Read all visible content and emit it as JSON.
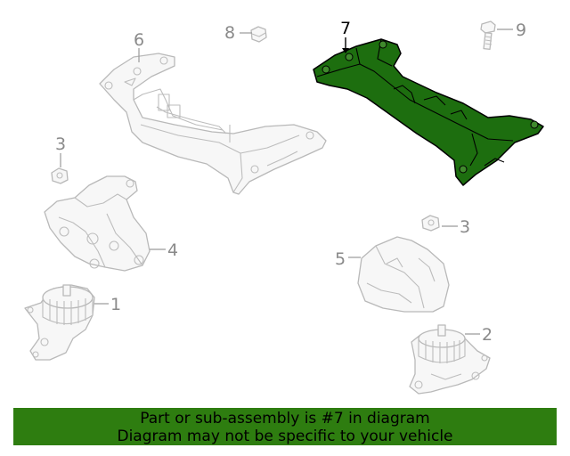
{
  "callouts": {
    "c1": "1",
    "c2": "2",
    "c3a": "3",
    "c3b": "3",
    "c4": "4",
    "c5": "5",
    "c6": "6",
    "c7": "7",
    "c8": "8",
    "c9": "9"
  },
  "highlight_callout": "7",
  "colors": {
    "highlight_part": "#1d6e0f",
    "banner_background": "#2e7d10",
    "line_art": "#b9b9b9"
  },
  "banner": {
    "line1": "Part or sub-assembly is #7 in diagram",
    "line2": "Diagram may not be specific to your vehicle"
  }
}
